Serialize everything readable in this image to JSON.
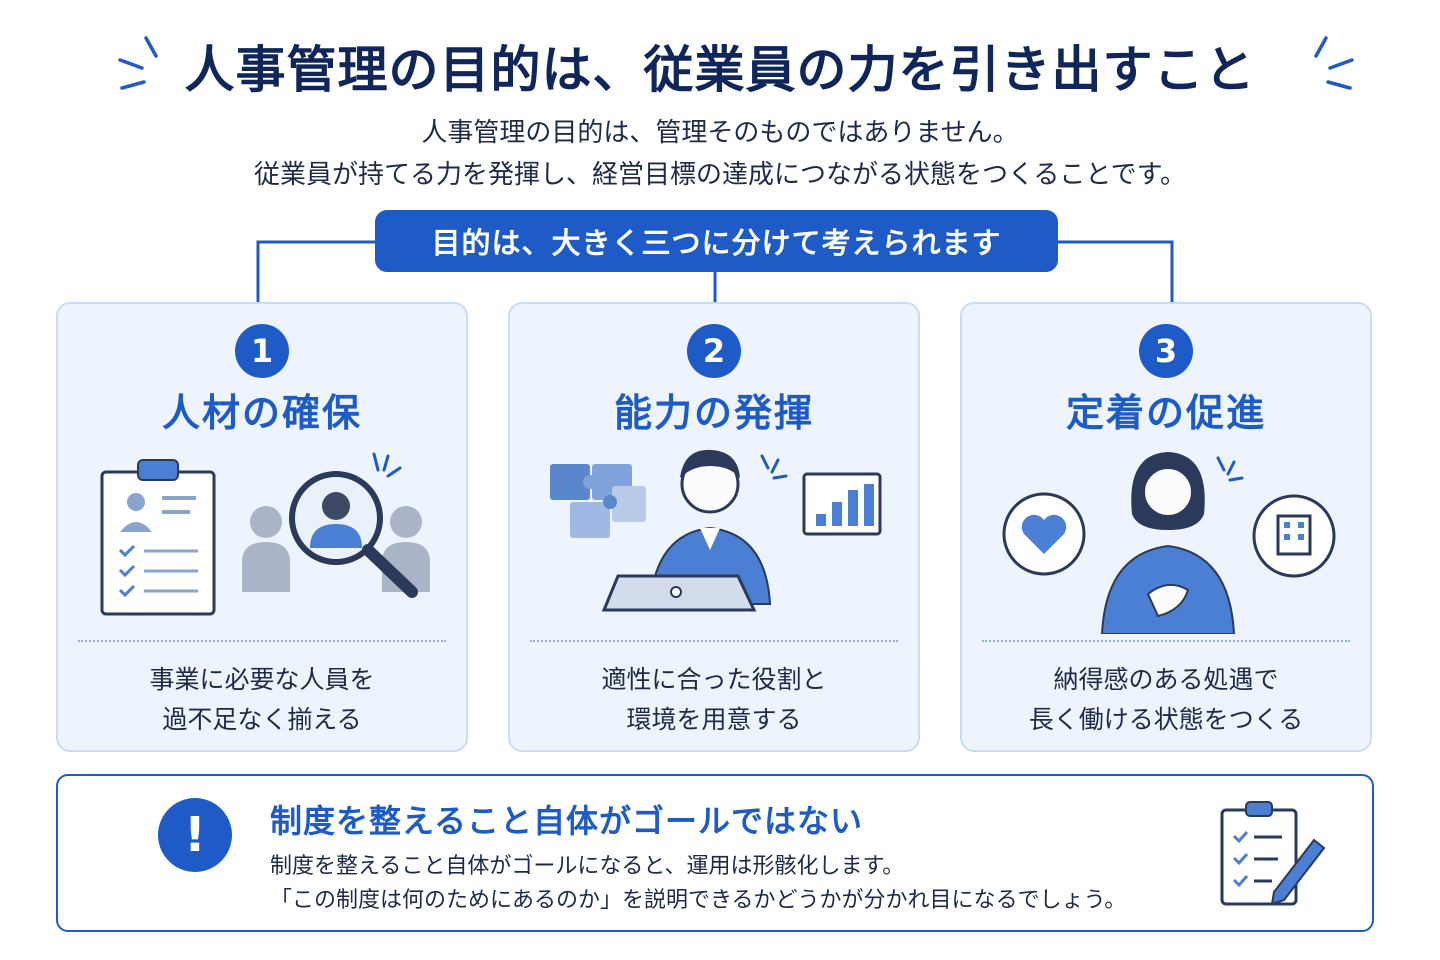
{
  "title": "人事管理の目的は、従業員の力を引き出すこと",
  "subtitle": {
    "line1": "人事管理の目的は、管理そのものではありません。",
    "line2": "従業員が持てる力を発揮し、経営目標の達成につながる状態をつくることです。"
  },
  "banner": "目的は、大きく三つに分けて考えられます",
  "cards": [
    {
      "number": "1",
      "title": "人材の確保",
      "desc_line1": "事業に必要な人員を",
      "desc_line2": "過不足なく揃える"
    },
    {
      "number": "2",
      "title": "能力の発揮",
      "desc_line1": "適性に合った役割と",
      "desc_line2": "環境を用意する"
    },
    {
      "number": "3",
      "title": "定着の促進",
      "desc_line1": "納得感のある処遇で",
      "desc_line2": "長く働ける状態をつくる"
    }
  ],
  "note": {
    "icon": "!",
    "title": "制度を整えること自体がゴールではない",
    "line1": "制度を整えること自体がゴールになると、運用は形骸化します。",
    "line2": "「この制度は何のためにあるのか」を説明できるかどうかが分かれ目になるでしょう。"
  },
  "colors": {
    "primary": "#1f5bc6",
    "navy": "#10265a",
    "card_bg": "#eef4fd",
    "card_border": "#c9dcf5"
  },
  "icons": [
    "clipboard-icon",
    "magnifier-people-icon",
    "puzzle-icon",
    "person-laptop-icon",
    "bar-chart-icon",
    "heart-icon",
    "woman-icon",
    "building-icon",
    "exclamation-icon",
    "checklist-pen-icon"
  ]
}
